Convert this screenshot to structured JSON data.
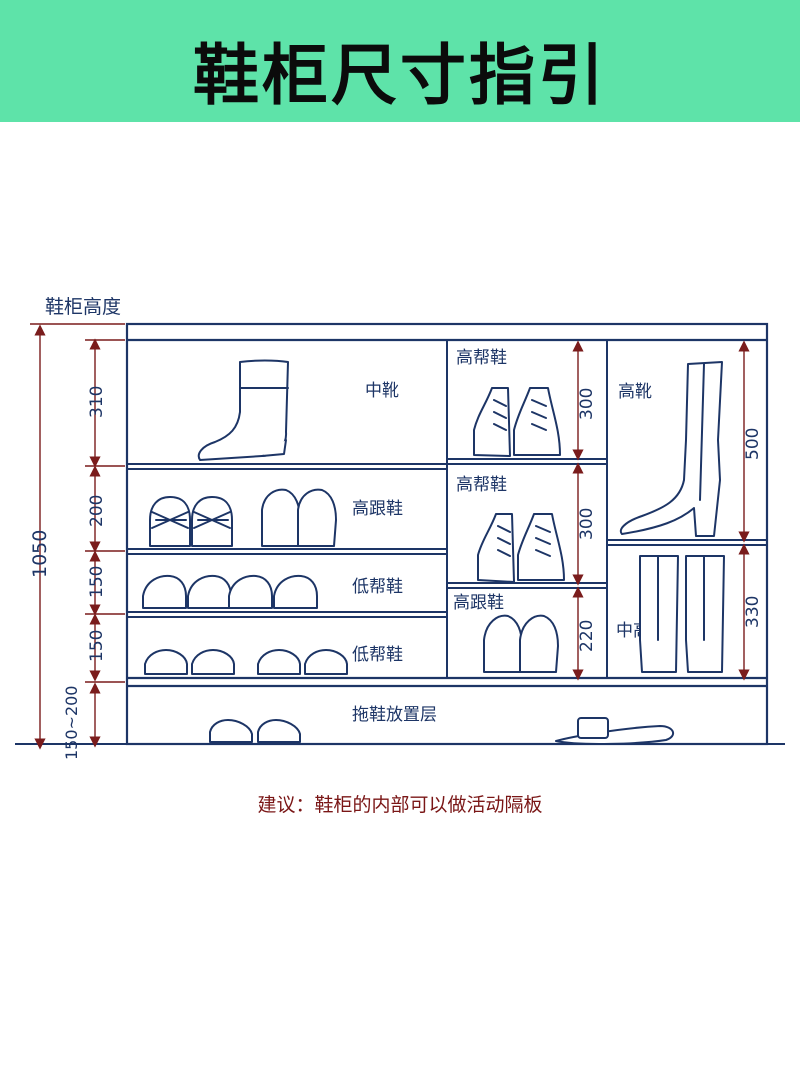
{
  "title": "鞋柜尺寸指引",
  "diagram": {
    "total_height_title": "鞋柜高度",
    "total_height": "1050",
    "left_dims": [
      "310",
      "200",
      "150",
      "150",
      "150~200"
    ],
    "compartments": {
      "mid_boot": "中靴",
      "high_heel_main": "高跟鞋",
      "low_shoe_1": "低帮鞋",
      "low_shoe_2": "低帮鞋",
      "slipper_layer": "拖鞋放置层",
      "high_top_1": "高帮鞋",
      "high_top_2": "高帮鞋",
      "high_heel_small": "高跟鞋",
      "tall_boot": "高靴",
      "mid_high_boot": "中高靴"
    },
    "inner_dims": {
      "high_top_1": "300",
      "high_top_2": "300",
      "high_heel_small": "220",
      "tall_boot": "500",
      "mid_high_boot": "330"
    }
  },
  "note": "建议：鞋柜的内部可以做活动隔板",
  "colors": {
    "banner": "#5ee3a9",
    "line": "#1d3566",
    "dim": "#7a1c1c",
    "note": "#7a1616"
  }
}
